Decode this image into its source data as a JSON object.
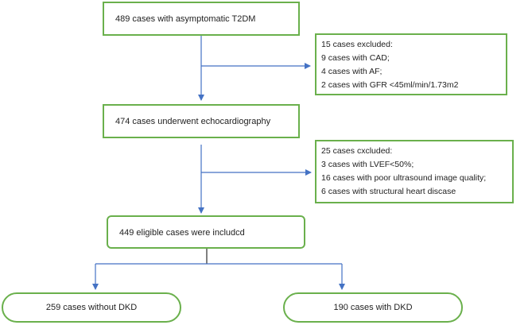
{
  "flow": {
    "start": "489 cases with asymptomatic T2DM",
    "exclusion1": {
      "title": "15 cases excluded:",
      "items": [
        "9 cases with CAD;",
        "4 cases with AF;",
        "2 cases with GFR <45ml/min/1.73m2"
      ]
    },
    "step2": "474 cases underwent echocardiography",
    "exclusion2": {
      "title": "25 cases cxcluded:",
      "items": [
        "3 cases with LVEF<50%;",
        "16 cases with poor ultrasound image quality;",
        "6 cases with structural heart discase"
      ]
    },
    "eligible": "449 eligible cases were includcd",
    "group_a": "259 cases without DKD",
    "group_b": "190 cases with DKD"
  },
  "colors": {
    "box_border": "#6ab04c",
    "arrow": "#4472c4",
    "splitter": "#555555"
  }
}
